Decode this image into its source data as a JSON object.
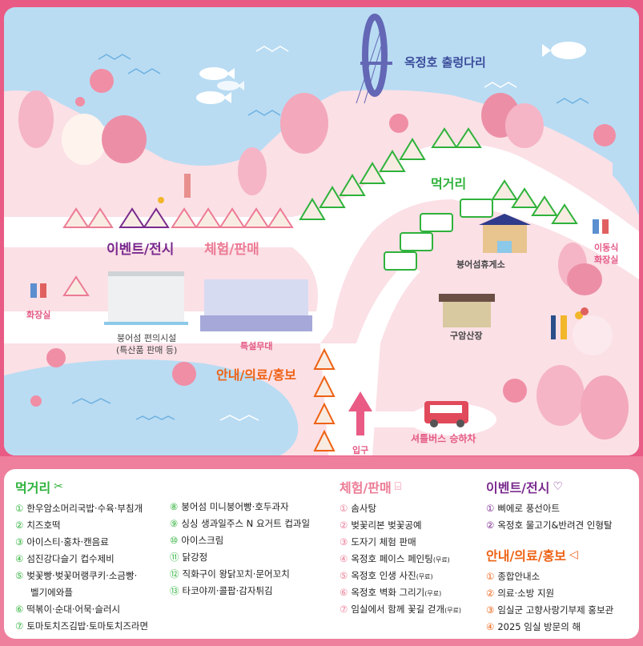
{
  "colors": {
    "frame": "#e95b85",
    "water": "#b9dcf3",
    "land": "#fbe0e6",
    "road": "#ffffff",
    "food_green": "#2fb23b",
    "event_purple": "#7a2a8e",
    "experience_pink": "#ec7b95",
    "info_orange": "#ee6215"
  },
  "map": {
    "labels": {
      "bridge": "옥정호 출렁다리",
      "food_street": "먹거리",
      "event_zone": "이벤트/전시",
      "experience_zone": "체험/판매",
      "rest_area": "붕어섬휴게소",
      "mobile_toilet_line1": "이동식",
      "mobile_toilet_line2": "화장실",
      "toilet": "화장실",
      "convenience_line1": "붕어섬 편의시설",
      "convenience_line2": "(특산품 판매 등)",
      "stage": "특설무대",
      "info_zone": "안내/의료/홍보",
      "lodge": "구암산장",
      "entrance": "입구",
      "shuttle": "셔틀버스 승하차"
    }
  },
  "legend": {
    "food": {
      "title": "먹거리",
      "icon": "fork-knife-icon",
      "items": [
        {
          "num": "①",
          "text": "한우암소머리국밥·수육·부침개"
        },
        {
          "num": "②",
          "text": "치즈호떡"
        },
        {
          "num": "③",
          "text": "아이스티·홍차·캔음료"
        },
        {
          "num": "④",
          "text": "섬진강다슬기 컵수제비"
        },
        {
          "num": "⑤",
          "text": "벚꽃빵·벚꽃머랭쿠키·소금빵·"
        },
        {
          "num": "",
          "text": "벨기에와플"
        },
        {
          "num": "⑥",
          "text": "떡볶이·순대·어묵·슬러시"
        },
        {
          "num": "⑦",
          "text": "토마토치즈김밥·토마토치즈라면"
        }
      ],
      "items2": [
        {
          "num": "⑧",
          "text": "붕어섬 미니붕어빵·호두과자"
        },
        {
          "num": "⑨",
          "text": "싱싱 생과일주스 N 요거트 컵과일"
        },
        {
          "num": "⑩",
          "text": "아이스크림"
        },
        {
          "num": "⑪",
          "text": "닭강정"
        },
        {
          "num": "⑫",
          "text": "직화구이 왕닭꼬치·문어꼬치"
        },
        {
          "num": "⑬",
          "text": "타코야끼·콜팝·감자튀김"
        }
      ]
    },
    "experience": {
      "title": "체험/판매",
      "icon": "jar-icon",
      "items": [
        {
          "num": "①",
          "text": "솜사탕",
          "free": ""
        },
        {
          "num": "②",
          "text": "벚꽃리본 벚꽃공예",
          "free": ""
        },
        {
          "num": "③",
          "text": "도자기 체험 판매",
          "free": ""
        },
        {
          "num": "④",
          "text": "옥정호 페이스 페인팅",
          "free": "(무료)"
        },
        {
          "num": "⑤",
          "text": "옥정호 인생 사진",
          "free": "(무료)"
        },
        {
          "num": "⑥",
          "text": "옥정호 벽화 그리기",
          "free": "(무료)"
        },
        {
          "num": "⑦",
          "text": "임실에서 함께 꽃길 걷개",
          "free": "(무료)"
        }
      ]
    },
    "event": {
      "title": "이벤트/전시",
      "icon": "balloon-heart-icon",
      "items": [
        {
          "num": "①",
          "text": "삐에로 풍선아트"
        },
        {
          "num": "②",
          "text": "옥정호 물고기&반려견 인형탈"
        }
      ]
    },
    "info": {
      "title": "안내/의료/홍보",
      "icon": "megaphone-icon",
      "items": [
        {
          "num": "①",
          "text": "종합안내소"
        },
        {
          "num": "②",
          "text": "의료·소방 지원"
        },
        {
          "num": "③",
          "text": "임실군 고향사랑기부제 홍보관"
        },
        {
          "num": "④",
          "text": "2025 임실 방문의 해"
        }
      ]
    }
  }
}
